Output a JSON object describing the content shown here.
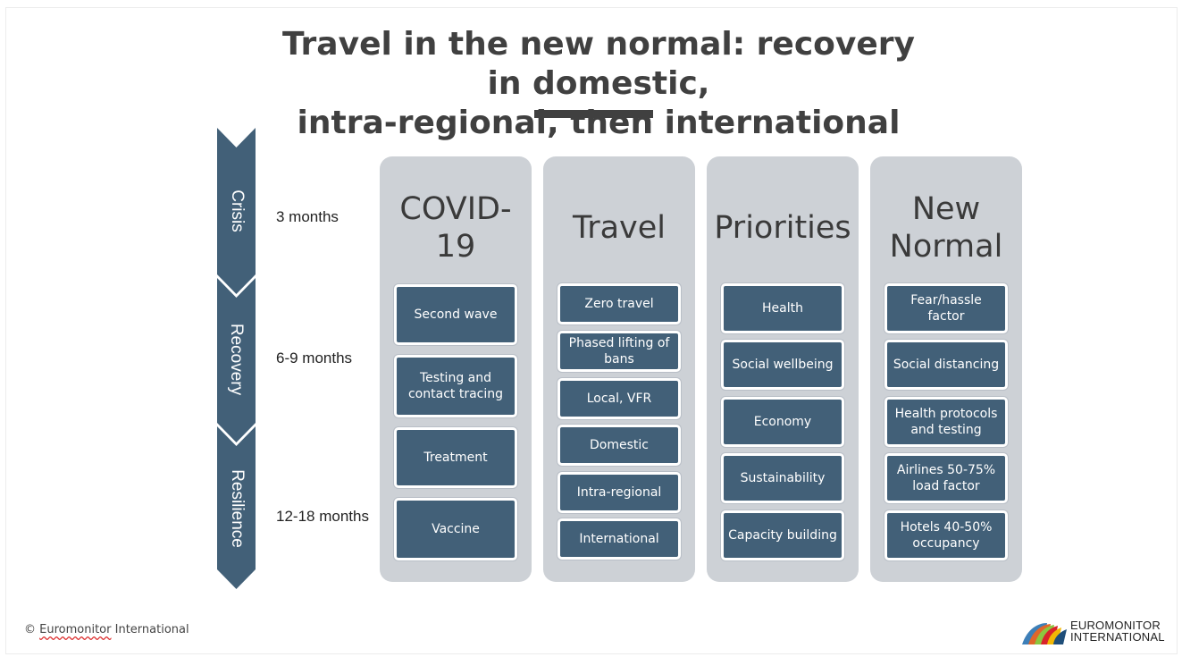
{
  "title": {
    "line1": "Travel in the new normal: recovery in domestic,",
    "line2": "intra-regional, then international"
  },
  "timeline": {
    "color": "#426078",
    "phases": [
      {
        "label": "Crisis",
        "duration": "3 months"
      },
      {
        "label": "Recovery",
        "duration": "6-9 months"
      },
      {
        "label": "Resilience",
        "duration": "12-18 months"
      }
    ]
  },
  "columns": [
    {
      "title": "COVID-19",
      "title_line1": "COVID-",
      "title_line2": "19",
      "items": [
        "Second wave",
        "Testing and contact tracing",
        "Treatment",
        "Vaccine"
      ]
    },
    {
      "title": "Travel",
      "title_line1": "Travel",
      "title_line2": "",
      "items": [
        "Zero travel",
        "Phased lifting of bans",
        "Local, VFR",
        "Domestic",
        "Intra-regional",
        "International"
      ]
    },
    {
      "title": "Priorities",
      "title_line1": "Priorities",
      "title_line2": "",
      "items": [
        "Health",
        "Social wellbeing",
        "Economy",
        "Sustainability",
        "Capacity building"
      ]
    },
    {
      "title": "New Normal",
      "title_line1": "New",
      "title_line2": "Normal",
      "items": [
        "Fear/hassle factor",
        "Social distancing",
        "Health protocols and testing",
        "Airlines 50-75% load factor",
        "Hotels 40-50% occupancy"
      ]
    }
  ],
  "footer": {
    "copyright_symbol": "©",
    "brand": "Euromonitor",
    "rest": "International"
  },
  "logo": {
    "line1": "EUROMONITOR",
    "line2": "INTERNATIONAL"
  },
  "colors": {
    "box_fill": "#426078",
    "column_bg": "#cdd1d6",
    "title_text": "#404040"
  }
}
